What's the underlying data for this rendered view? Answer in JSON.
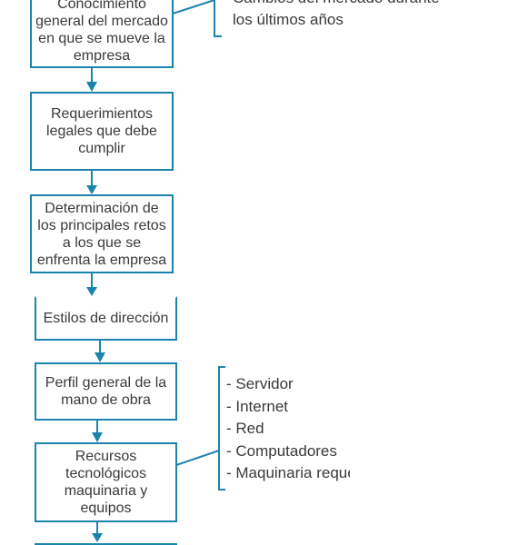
{
  "flow_boxes": [
    {
      "lines": [
        "Conocimiento",
        "general del mercado",
        "en que se mueve la",
        "empresa"
      ]
    },
    {
      "lines": [
        "Requerimientos",
        "legales que debe",
        "cumplir"
      ]
    },
    {
      "lines": [
        "Determinación de",
        "los principales retos",
        "a los que se",
        "enfrenta la empresa"
      ]
    },
    {
      "lines": [
        "Estilos de dirección"
      ]
    },
    {
      "lines": [
        "Perfil general de la",
        "mano de obra"
      ]
    },
    {
      "lines": [
        "Recursos",
        "tecnológicos",
        "maquinaria y",
        "equipos"
      ]
    }
  ],
  "top_note": [
    "Cambios del mercado durante",
    "los últimos años"
  ],
  "tech_list": [
    "- Servidor",
    "- Internet",
    "- Red",
    "- Computadores",
    "- Maquinaria reque"
  ],
  "colors": {
    "accent": "#1b84ad",
    "text": "#3a3a3a"
  }
}
